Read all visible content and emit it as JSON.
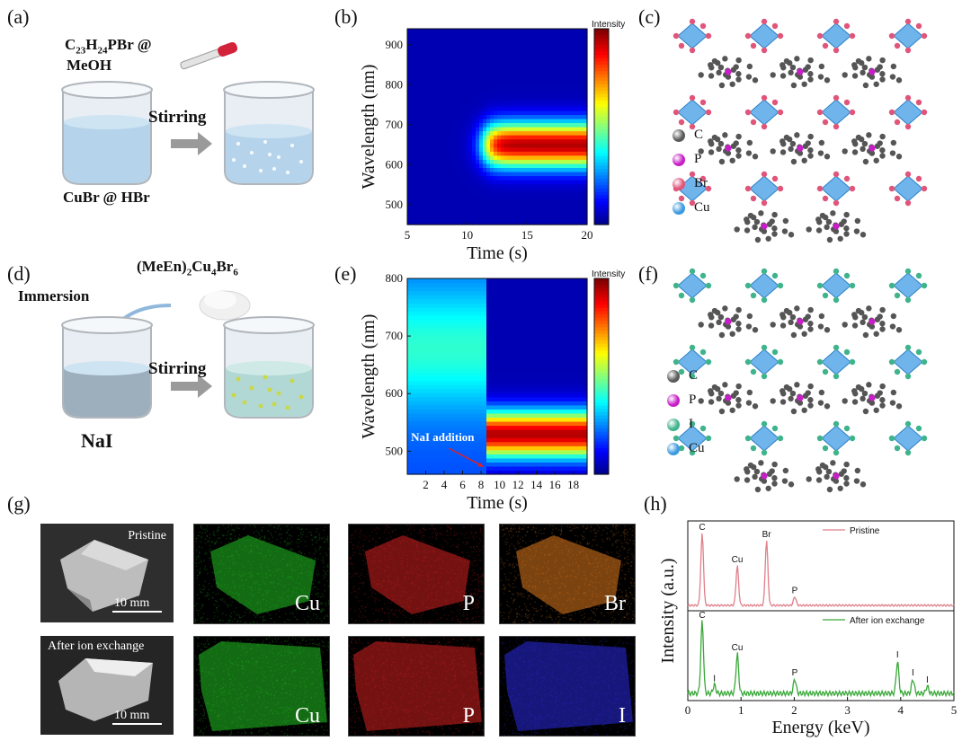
{
  "panels": {
    "a": {
      "letter": "(a)",
      "reagent_main": "C",
      "reagent_sub1": "23",
      "reagent_mid1": "H",
      "reagent_sub2": "24",
      "reagent_tail": "PBr @",
      "solvent": "MeOH",
      "action": "Stirring",
      "base": "CuBr @ HBr"
    },
    "b": {
      "letter": "(b)"
    },
    "c": {
      "letter": "(c)",
      "legend": [
        {
          "label": "C",
          "color": "#5a5a5a"
        },
        {
          "label": "P",
          "color": "#c81ec8"
        },
        {
          "label": "Br",
          "color": "#e0557a"
        },
        {
          "label": "Cu",
          "color": "#3d9ae0"
        }
      ]
    },
    "d": {
      "letter": "(d)",
      "compound_a": "(MeEn)",
      "compound_sub1": "2",
      "compound_b": "Cu",
      "compound_sub2": "4",
      "compound_c": "Br",
      "compound_sub3": "6",
      "immersion": "Immersion",
      "action": "Stirring",
      "base": "NaI"
    },
    "e": {
      "letter": "(e)",
      "annotation": "NaI addition"
    },
    "f": {
      "letter": "(f)",
      "legend": [
        {
          "label": "C",
          "color": "#5a5a5a"
        },
        {
          "label": "P",
          "color": "#c81ec8"
        },
        {
          "label": "I",
          "color": "#3fb38c"
        },
        {
          "label": "Cu",
          "color": "#3d9ae0"
        }
      ]
    },
    "g": {
      "letter": "(g)",
      "row1_label": "Pristine",
      "row2_label": "After ion exchange",
      "scale_bar": "10 mm",
      "row1_maps": [
        {
          "element": "Cu",
          "color": "#22c322"
        },
        {
          "element": "P",
          "color": "#d42020"
        },
        {
          "element": "Br",
          "color": "#e07a1e"
        }
      ],
      "row2_maps": [
        {
          "element": "Cu",
          "color": "#22c322"
        },
        {
          "element": "P",
          "color": "#d42020"
        },
        {
          "element": "I",
          "color": "#2a2ae0"
        }
      ]
    },
    "h": {
      "letter": "(h)"
    }
  },
  "chart_data": [
    {
      "id": "b",
      "type": "heatmap",
      "xlabel": "Time (s)",
      "ylabel": "Wavelength (nm)",
      "colorbar_label": "Intensity",
      "xlim": [
        5,
        20
      ],
      "ylim": [
        450,
        940
      ],
      "xticks": [
        5,
        10,
        15,
        20
      ],
      "yticks": [
        500,
        600,
        700,
        800,
        900
      ],
      "peak_wavelength": 650,
      "onset_time": 11.5
    },
    {
      "id": "e",
      "type": "heatmap",
      "xlabel": "Time (s)",
      "ylabel": "Wavelength (nm)",
      "colorbar_label": "Intensity",
      "xlim": [
        0,
        19.5
      ],
      "ylim": [
        460,
        800
      ],
      "xticks": [
        2,
        4,
        6,
        8,
        10,
        12,
        14,
        16,
        18
      ],
      "yticks": [
        500,
        600,
        700,
        800
      ],
      "initial_peak_wavelength": 680,
      "new_peak_wavelength": 530,
      "switch_time": 8.5
    },
    {
      "id": "h",
      "type": "line",
      "xlabel": "Energy (keV)",
      "ylabel": "Intensity (a.u.)",
      "xlim": [
        0,
        5
      ],
      "xticks": [
        0,
        1,
        2,
        3,
        4,
        5
      ],
      "series": [
        {
          "name": "Pristine",
          "color": "#e07f8a",
          "peaks": [
            {
              "label": "C",
              "x": 0.27,
              "h": 1.0
            },
            {
              "label": "Cu",
              "x": 0.93,
              "h": 0.55
            },
            {
              "label": "Br",
              "x": 1.48,
              "h": 0.9
            },
            {
              "label": "P",
              "x": 2.01,
              "h": 0.12
            }
          ]
        },
        {
          "name": "After ion exchange",
          "color": "#3aa83a",
          "peaks": [
            {
              "label": "C",
              "x": 0.27,
              "h": 1.0
            },
            {
              "label": "I",
              "x": 0.5,
              "h": 0.12
            },
            {
              "label": "Cu",
              "x": 0.93,
              "h": 0.55
            },
            {
              "label": "P",
              "x": 2.01,
              "h": 0.2
            },
            {
              "label": "I",
              "x": 3.94,
              "h": 0.45
            },
            {
              "label": "I",
              "x": 4.23,
              "h": 0.2
            },
            {
              "label": "I",
              "x": 4.5,
              "h": 0.1
            }
          ]
        }
      ]
    }
  ]
}
